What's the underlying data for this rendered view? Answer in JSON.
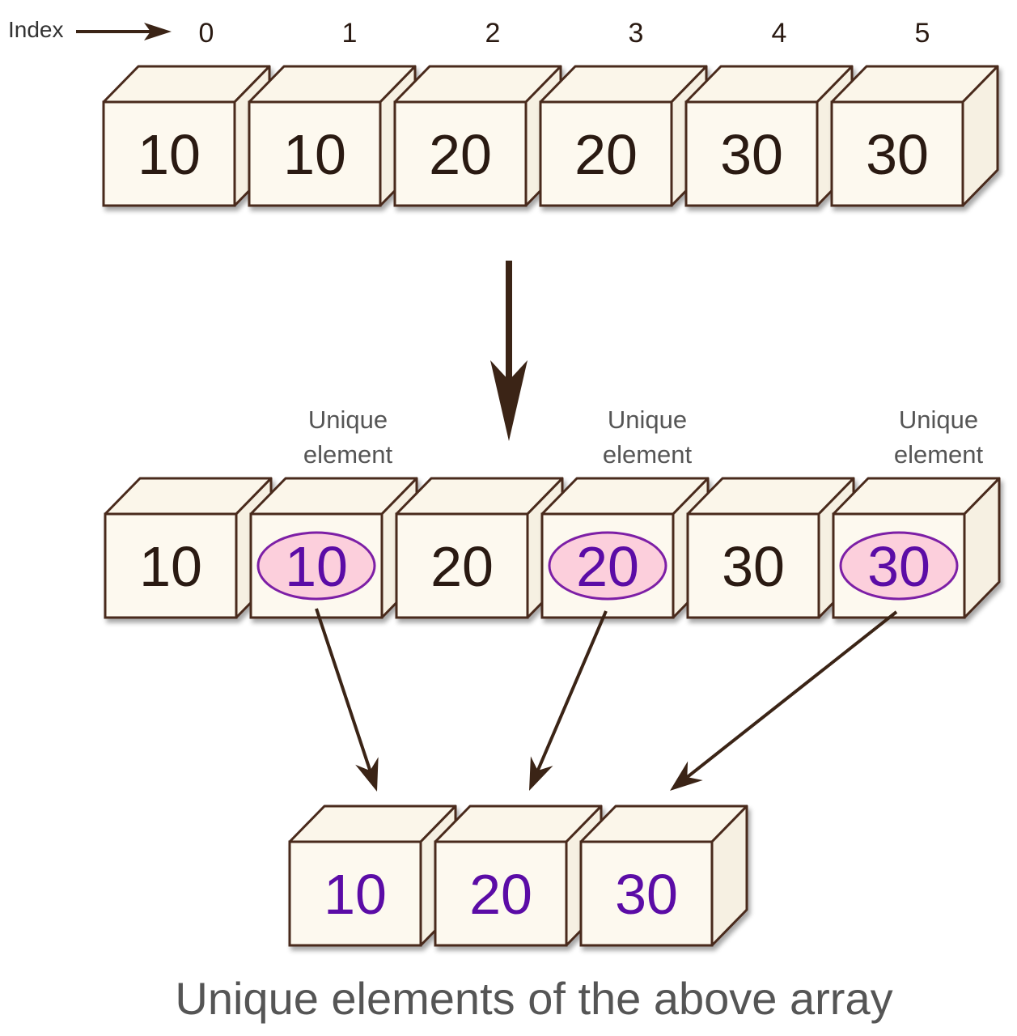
{
  "index_label": "Index",
  "indices": [
    "0",
    "1",
    "2",
    "3",
    "4",
    "5"
  ],
  "input_array": [
    "10",
    "10",
    "20",
    "20",
    "30",
    "30"
  ],
  "marked_array": [
    "10",
    "10",
    "20",
    "20",
    "30",
    "30"
  ],
  "unique_flags": [
    false,
    true,
    false,
    true,
    false,
    true
  ],
  "unique_labels": [
    {
      "line1": "Unique",
      "line2": "element"
    },
    {
      "line1": "Unique",
      "line2": "element"
    },
    {
      "line1": "Unique",
      "line2": "element"
    }
  ],
  "result_array": [
    "10",
    "20",
    "30"
  ],
  "caption": "Unique elements of the above array",
  "colors": {
    "edge": "#4a2a1c",
    "face": "#fdf9ef",
    "text_dark": "#2a1a12",
    "text_unique": "#5b0ca6",
    "highlight_fill": "#fccfdc",
    "highlight_stroke": "#7d1fa6",
    "arrow": "#3b2416",
    "label_gray": "#555555"
  }
}
